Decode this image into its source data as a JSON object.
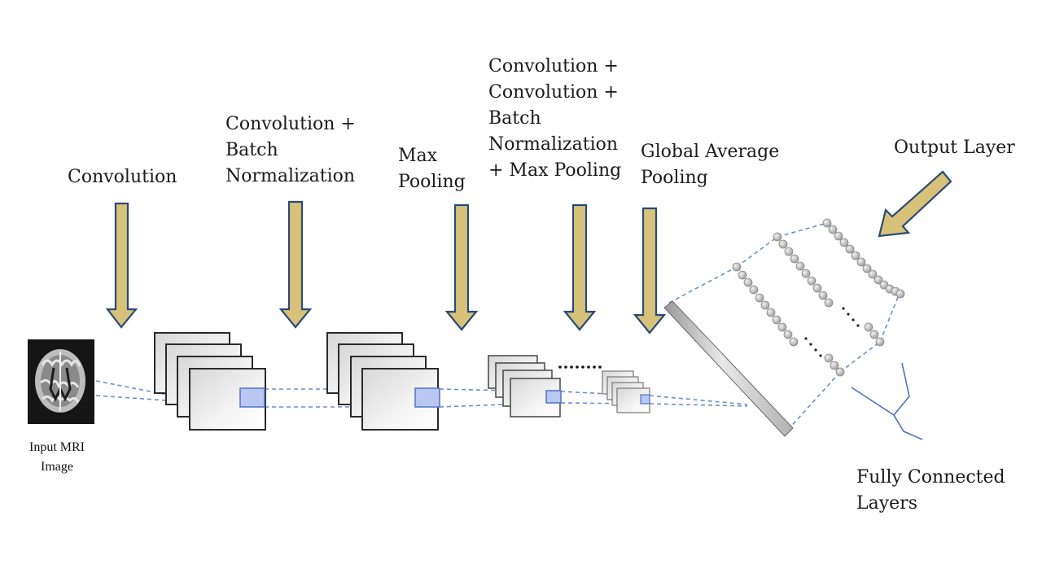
{
  "labels": {
    "input": [
      "Input MRI",
      "Image"
    ],
    "convolution": [
      "Convolution"
    ],
    "conv_bn": [
      "Convolution +",
      "Batch",
      "Normalization"
    ],
    "max_pooling": [
      "Max",
      "Pooling"
    ],
    "conv_conv_bn_mp": [
      "Convolution +",
      "Convolution +",
      "Batch",
      "Normalization",
      "+ Max Pooling"
    ],
    "gap": [
      "Global Average",
      "Pooling"
    ],
    "output": [
      "Output Layer"
    ],
    "fc": [
      "Fully Connected",
      "Layers"
    ]
  },
  "colors": {
    "arrow_fill": "#d8c27a",
    "arrow_stroke": "#2a4a78",
    "dashed_line": "#6b8fc7",
    "filter_fill": "#b9c8f2",
    "filter_stroke": "#4f73c8",
    "map_fill": "#ececec",
    "map_stroke": "#2a2a2a",
    "neuron": "#b8b8b8"
  }
}
